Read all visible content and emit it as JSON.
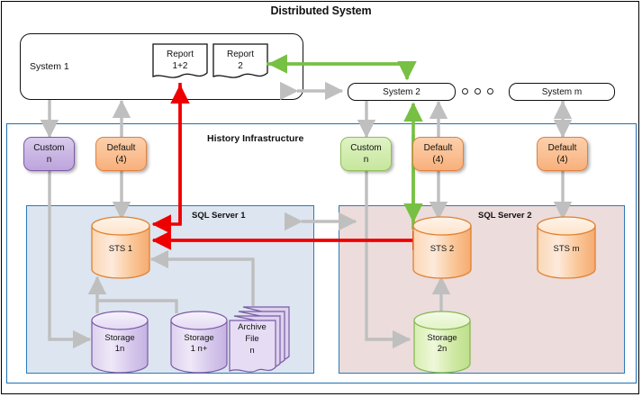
{
  "diagram": {
    "title": "Distributed System",
    "colors": {
      "red_flow": "#ee0000",
      "green_flow": "#77c043",
      "gray_flow": "#bfbfbf",
      "panel_blue": "#dde5f0",
      "panel_pink": "#ecdcdc",
      "panel_border": "#2a7ab8",
      "orange": "#f8b07c",
      "purple": "#cbb8e4",
      "green": "#d4edb2"
    }
  },
  "system1": {
    "label": "System 1"
  },
  "reports": [
    {
      "name": "report-1-2",
      "line1": "Report",
      "line2": "1+2"
    },
    {
      "name": "report-2",
      "line1": "Report",
      "line2": "2"
    }
  ],
  "systems": [
    {
      "name": "system-2",
      "label": "System 2"
    },
    {
      "name": "system-m",
      "label": "System m"
    }
  ],
  "ellipsis_dots": 3,
  "history": {
    "label": "History Infrastructure"
  },
  "components": [
    {
      "name": "custom-n-left",
      "line1": "Custom",
      "line2": "n",
      "color": "purple"
    },
    {
      "name": "default-4-left",
      "line1": "Default",
      "line2": "(4)",
      "color": "orange"
    },
    {
      "name": "custom-n-right",
      "line1": "Custom",
      "line2": "n",
      "color": "green"
    },
    {
      "name": "default-4-mid",
      "line1": "Default",
      "line2": "(4)",
      "color": "orange"
    },
    {
      "name": "default-4-right",
      "line1": "Default",
      "line2": "(4)",
      "color": "orange"
    }
  ],
  "sql_servers": [
    {
      "name": "sql-server-1",
      "label": "SQL Server 1"
    },
    {
      "name": "sql-server-2",
      "label": "SQL Server 2"
    }
  ],
  "sts": [
    {
      "name": "sts-1",
      "label": "STS 1"
    },
    {
      "name": "sts-2",
      "label": "STS 2"
    },
    {
      "name": "sts-m",
      "label": "STS m"
    }
  ],
  "storages": [
    {
      "name": "storage-1n",
      "line1": "Storage",
      "line2": "1n",
      "color": "purple"
    },
    {
      "name": "storage-1np",
      "line1": "Storage",
      "line2": "1 n+",
      "color": "purple"
    },
    {
      "name": "storage-2n",
      "line1": "Storage",
      "line2": "2n",
      "color": "green"
    }
  ],
  "archive": {
    "line1": "Archive",
    "line2": "File",
    "line3": "n"
  }
}
